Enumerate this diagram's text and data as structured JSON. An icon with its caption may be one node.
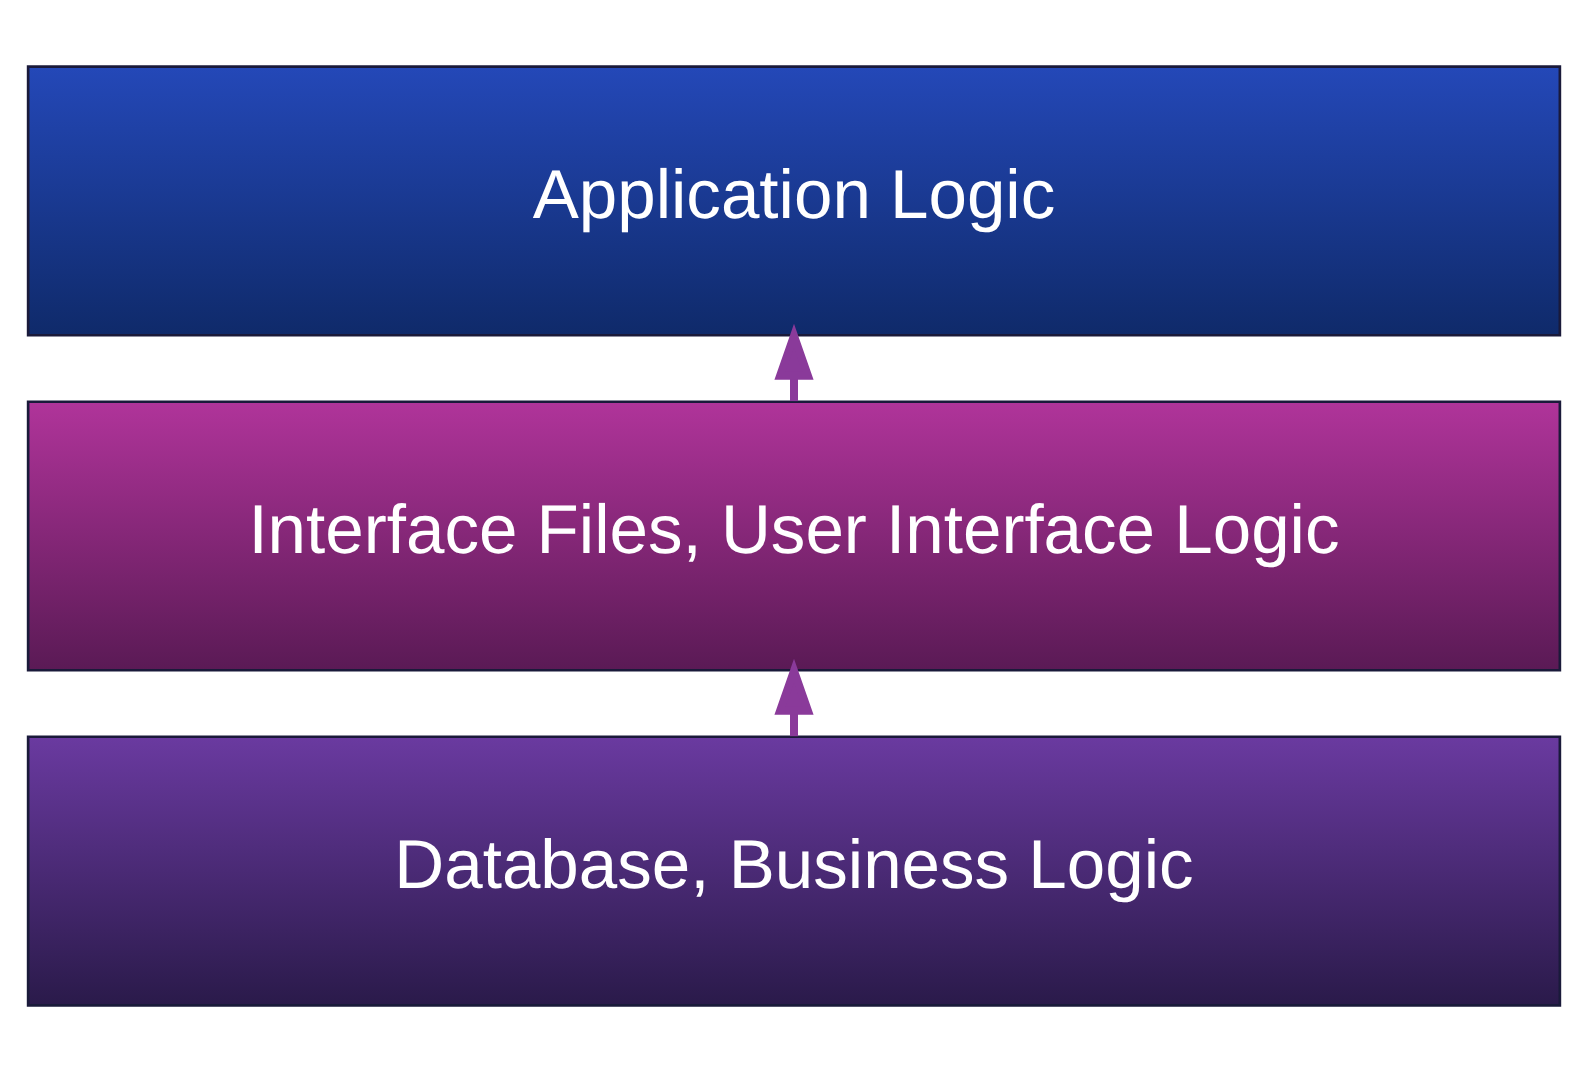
{
  "diagram": {
    "nodes": [
      {
        "text": [
          "Application Logic"
        ]
      },
      {
        "text": [
          "Interface Files, User Interface Logic"
        ]
      },
      {
        "text": [
          "Database, Business Logic"
        ]
      }
    ],
    "edges": [
      {
        "from": 2,
        "to": 1,
        "arrow": "to"
      },
      {
        "from": 1,
        "to": 0,
        "arrow": "to"
      }
    ]
  }
}
